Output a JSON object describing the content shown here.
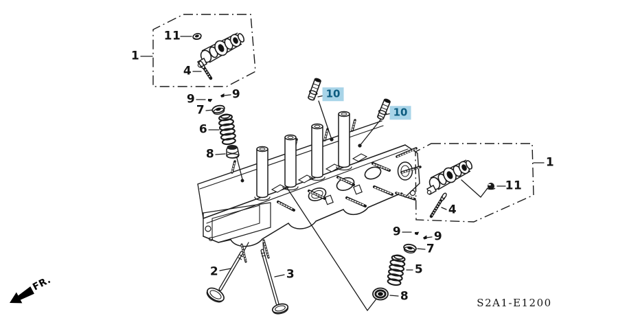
{
  "colors": {
    "highlight_bg": "#a8d4e8",
    "highlight_text": "#0d5c80",
    "line": "#1a1a1a",
    "background": "#ffffff"
  },
  "callouts": {
    "assy_left": "1",
    "cap_left": "11",
    "bolt_left": "4",
    "keeper_left_a": "9",
    "keeper_left_b": "9",
    "retainer_left": "7",
    "spring_left": "6",
    "seal_left": "8",
    "guide_a": "10",
    "guide_b": "10",
    "valve_intake": "2",
    "valve_exhaust": "3",
    "assy_right": "1",
    "nut_right": "11",
    "bolt_right": "4",
    "keeper_right_a": "9",
    "keeper_right_b": "9",
    "retainer_right": "7",
    "spring_right": "5",
    "seal_right": "8"
  },
  "footer": {
    "diagram_code": "S2A1-E1200"
  },
  "orientation": {
    "front_label": "FR."
  }
}
